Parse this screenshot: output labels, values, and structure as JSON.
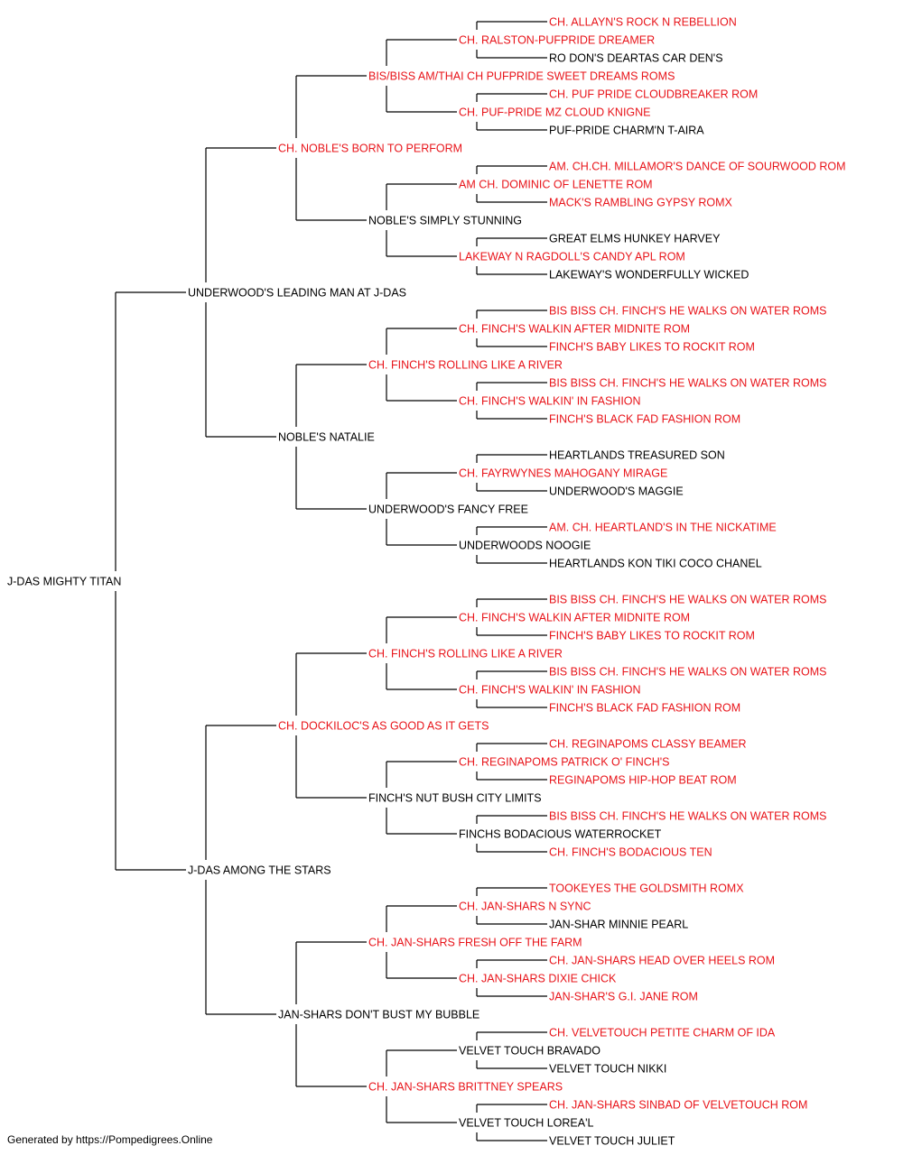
{
  "colors": {
    "champion": "#e8141a",
    "normal": "#000000",
    "line": "#000000"
  },
  "pedigree": {
    "name": "J-DAS MIGHTY TITAN",
    "ch": false,
    "sire": {
      "name": "UNDERWOOD'S LEADING MAN AT J-DAS",
      "ch": false,
      "sire": {
        "name": "CH. NOBLE'S BORN TO PERFORM",
        "ch": true,
        "sire": {
          "name": "BIS/BISS AM/THAI CH PUFPRIDE SWEET DREAMS ROMS",
          "ch": true,
          "sire": {
            "name": "CH. RALSTON-PUFPRIDE DREAMER",
            "ch": true,
            "sire": {
              "name": "CH. ALLAYN'S ROCK N REBELLION",
              "ch": true
            },
            "dam": {
              "name": "RO DON'S DEARTAS CAR DEN'S",
              "ch": false
            }
          },
          "dam": {
            "name": "CH. PUF-PRIDE MZ CLOUD KNIGNE",
            "ch": true,
            "sire": {
              "name": "CH. PUF PRIDE CLOUDBREAKER ROM",
              "ch": true
            },
            "dam": {
              "name": "PUF-PRIDE CHARM'N T-AIRA",
              "ch": false
            }
          }
        },
        "dam": {
          "name": "NOBLE'S SIMPLY STUNNING",
          "ch": false,
          "sire": {
            "name": "AM CH. DOMINIC OF LENETTE ROM",
            "ch": true,
            "sire": {
              "name": "AM. CH.CH. MILLAMOR'S DANCE OF SOURWOOD ROM",
              "ch": true
            },
            "dam": {
              "name": "MACK'S RAMBLING GYPSY ROMX",
              "ch": true
            }
          },
          "dam": {
            "name": "LAKEWAY N RAGDOLL'S CANDY APL ROM",
            "ch": true,
            "sire": {
              "name": "GREAT ELMS HUNKEY HARVEY",
              "ch": false
            },
            "dam": {
              "name": "LAKEWAY'S WONDERFULLY WICKED",
              "ch": false
            }
          }
        }
      },
      "dam": {
        "name": "NOBLE'S NATALIE",
        "ch": false,
        "sire": {
          "name": "CH. FINCH'S ROLLING LIKE A RIVER",
          "ch": true,
          "sire": {
            "name": "CH. FINCH'S WALKIN AFTER MIDNITE ROM",
            "ch": true,
            "sire": {
              "name": "BIS BISS CH. FINCH'S HE WALKS ON WATER ROMS",
              "ch": true
            },
            "dam": {
              "name": "FINCH'S BABY LIKES TO ROCKIT ROM",
              "ch": true
            }
          },
          "dam": {
            "name": "CH. FINCH'S WALKIN' IN FASHION",
            "ch": true,
            "sire": {
              "name": "BIS BISS CH. FINCH'S HE WALKS ON WATER ROMS",
              "ch": true
            },
            "dam": {
              "name": "FINCH'S BLACK FAD FASHION ROM",
              "ch": true
            }
          }
        },
        "dam": {
          "name": "UNDERWOOD'S FANCY FREE",
          "ch": false,
          "sire": {
            "name": "CH. FAYRWYNES MAHOGANY MIRAGE",
            "ch": true,
            "sire": {
              "name": "HEARTLANDS TREASURED SON",
              "ch": false
            },
            "dam": {
              "name": "UNDERWOOD'S MAGGIE",
              "ch": false
            }
          },
          "dam": {
            "name": "UNDERWOODS NOOGIE",
            "ch": false,
            "sire": {
              "name": "AM. CH. HEARTLAND'S IN THE NICKATIME",
              "ch": true
            },
            "dam": {
              "name": "HEARTLANDS KON TIKI COCO CHANEL",
              "ch": false
            }
          }
        }
      }
    },
    "dam": {
      "name": "J-DAS AMONG THE STARS",
      "ch": false,
      "sire": {
        "name": "CH. DOCKILOC'S AS GOOD AS IT GETS",
        "ch": true,
        "sire": {
          "name": "CH. FINCH'S ROLLING LIKE A RIVER",
          "ch": true,
          "sire": {
            "name": "CH. FINCH'S WALKIN AFTER MIDNITE ROM",
            "ch": true,
            "sire": {
              "name": "BIS BISS CH. FINCH'S HE WALKS ON WATER ROMS",
              "ch": true
            },
            "dam": {
              "name": "FINCH'S BABY LIKES TO ROCKIT ROM",
              "ch": true
            }
          },
          "dam": {
            "name": "CH. FINCH'S WALKIN' IN FASHION",
            "ch": true,
            "sire": {
              "name": "BIS BISS CH. FINCH'S HE WALKS ON WATER ROMS",
              "ch": true
            },
            "dam": {
              "name": "FINCH'S BLACK FAD FASHION ROM",
              "ch": true
            }
          }
        },
        "dam": {
          "name": "FINCH'S NUT BUSH CITY LIMITS",
          "ch": false,
          "sire": {
            "name": "CH. REGINAPOMS PATRICK O' FINCH'S",
            "ch": true,
            "sire": {
              "name": "CH. REGINAPOMS CLASSY BEAMER",
              "ch": true
            },
            "dam": {
              "name": "REGINAPOMS HIP-HOP BEAT ROM",
              "ch": true
            }
          },
          "dam": {
            "name": "FINCHS BODACIOUS WATERROCKET",
            "ch": false,
            "sire": {
              "name": "BIS BISS CH. FINCH'S HE WALKS ON WATER ROMS",
              "ch": true
            },
            "dam": {
              "name": "CH. FINCH'S BODACIOUS TEN",
              "ch": true
            }
          }
        }
      },
      "dam": {
        "name": "JAN-SHARS DON'T BUST MY BUBBLE",
        "ch": false,
        "sire": {
          "name": "CH. JAN-SHARS FRESH OFF THE FARM",
          "ch": true,
          "sire": {
            "name": "CH. JAN-SHARS N SYNC",
            "ch": true,
            "sire": {
              "name": "TOOKEYES THE GOLDSMITH ROMX",
              "ch": true
            },
            "dam": {
              "name": "JAN-SHAR MINNIE PEARL",
              "ch": false
            }
          },
          "dam": {
            "name": "CH. JAN-SHARS DIXIE CHICK",
            "ch": true,
            "sire": {
              "name": "CH. JAN-SHARS HEAD OVER HEELS ROM",
              "ch": true
            },
            "dam": {
              "name": "JAN-SHAR'S G.I. JANE ROM",
              "ch": true
            }
          }
        },
        "dam": {
          "name": "CH. JAN-SHARS BRITTNEY SPEARS",
          "ch": true,
          "sire": {
            "name": "VELVET TOUCH BRAVADO",
            "ch": false,
            "sire": {
              "name": "CH. VELVETOUCH PETITE CHARM OF IDA",
              "ch": true
            },
            "dam": {
              "name": "VELVET TOUCH NIKKI",
              "ch": false
            }
          },
          "dam": {
            "name": "VELVET TOUCH LOREA'L",
            "ch": false,
            "sire": {
              "name": "CH. JAN-SHARS SINBAD OF VELVETOUCH ROM",
              "ch": true
            },
            "dam": {
              "name": "VELVET TOUCH JULIET",
              "ch": false
            }
          }
        }
      }
    }
  },
  "footer": {
    "text": "Generated by https://Pompedigrees.Online"
  }
}
